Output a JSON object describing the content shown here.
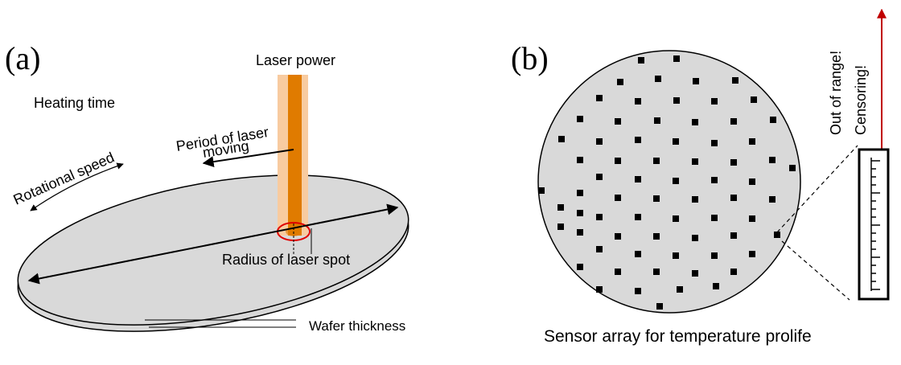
{
  "panel_a": {
    "label": "(a)",
    "laser_power": "Laser power",
    "heating_time": "Heating time",
    "period_line1": "Period of laser",
    "period_line2": "moving",
    "rotational_speed": "Rotational speed",
    "radius_label": "Radius of laser spot",
    "wafer_thickness": "Wafer thickness"
  },
  "panel_b": {
    "label": "(b)",
    "out_of_range": "Out of range!",
    "censoring": "Censoring!",
    "caption": "Sensor array for temperature prolife"
  },
  "colors": {
    "wafer": "#d9d9d9",
    "laser_outer": "#f8cba0",
    "laser_core": "#e07b00",
    "spot": "#e00000",
    "arrow_red": "#c00000",
    "sensor": "#000000"
  }
}
